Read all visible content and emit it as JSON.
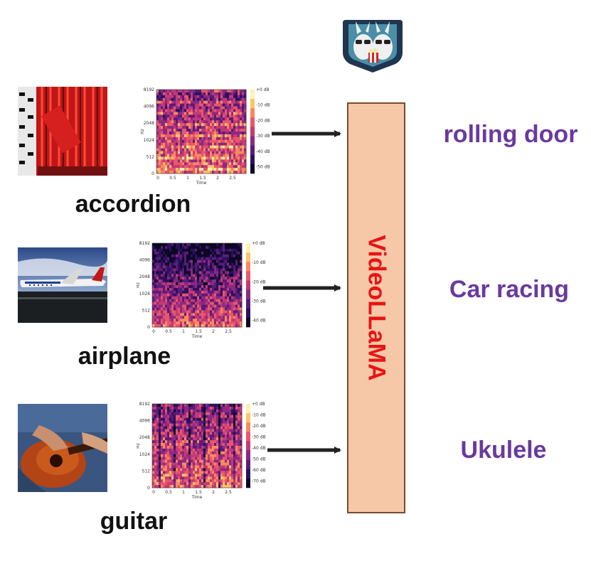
{
  "model": {
    "name": "VideoLLaMA"
  },
  "rows": [
    {
      "input_label": "accordion",
      "output_label": "rolling door",
      "spectrogram": {
        "y_ticks": [
          "8192",
          "4096",
          "2048",
          "1024",
          "512",
          "0"
        ],
        "x_ticks": [
          "0",
          "0.5",
          "1",
          "1.5",
          "2",
          "2.5"
        ],
        "ylabel": "Hz",
        "xlabel": "Time",
        "cbar_ticks": [
          "+0 dB",
          "-10 dB",
          "-20 dB",
          "-30 dB",
          "-40 dB",
          "-50 dB"
        ]
      }
    },
    {
      "input_label": "airplane",
      "output_label": "Car racing",
      "spectrogram": {
        "y_ticks": [
          "8192",
          "4096",
          "2048",
          "1024",
          "512",
          "0"
        ],
        "x_ticks": [
          "0",
          "0.5",
          "1",
          "1.5",
          "2",
          "2.5"
        ],
        "ylabel": "Hz",
        "xlabel": "Time",
        "cbar_ticks": [
          "+0 dB",
          "-10 dB",
          "-20 dB",
          "-30 dB",
          "-40 dB"
        ]
      }
    },
    {
      "input_label": "guitar",
      "output_label": "Ukulele",
      "spectrogram": {
        "y_ticks": [
          "8192",
          "4096",
          "2048",
          "1024",
          "512",
          "0"
        ],
        "x_ticks": [
          "0",
          "0.5",
          "1",
          "1.5",
          "2",
          "2.5"
        ],
        "ylabel": "Hz",
        "xlabel": "Time",
        "cbar_ticks": [
          "+0 dB",
          "-10 dB",
          "-20 dB",
          "-30 dB",
          "-40 dB",
          "-50 dB",
          "-60 dB",
          "-70 dB"
        ]
      }
    }
  ],
  "icons": {
    "logo": "llama-mascot-icon",
    "photos": [
      "accordion-photo",
      "airplane-photo",
      "guitar-photo"
    ],
    "arrow": "right-arrow-icon"
  },
  "colors": {
    "model_fill": "#f6c8a8",
    "model_border": "#7a4a2e",
    "model_text": "#e81414",
    "output_text": "#6a3a9e",
    "arrow": "#222222"
  }
}
